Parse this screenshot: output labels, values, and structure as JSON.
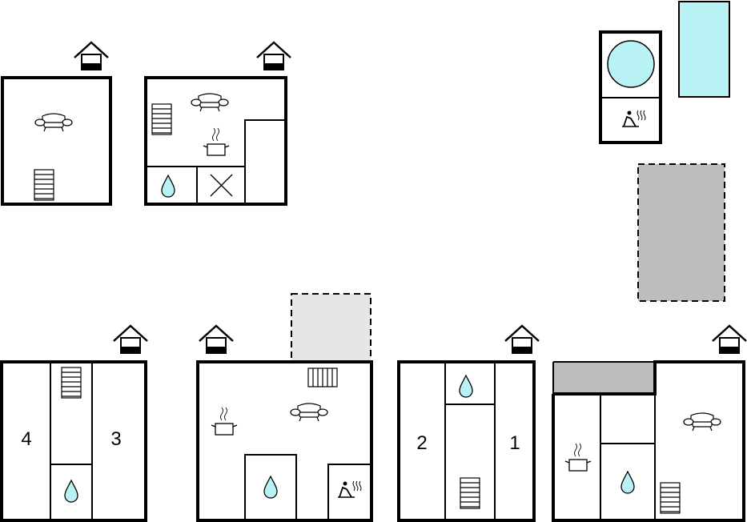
{
  "rooms": {
    "room_4": "4",
    "room_3": "3",
    "room_2": "2",
    "room_1": "1"
  },
  "colors": {
    "water": "#b8f2f5",
    "terrace_dark": "#bdbdbd",
    "terrace_light": "#e6e6e6",
    "wall": "#000000",
    "background": "#ffffff"
  },
  "icons": [
    "entrance-icon",
    "sofa-icon",
    "stairs-icon",
    "cooking-pot-icon",
    "water-drop-icon",
    "sauna-icon",
    "pool",
    "hot-tub"
  ]
}
